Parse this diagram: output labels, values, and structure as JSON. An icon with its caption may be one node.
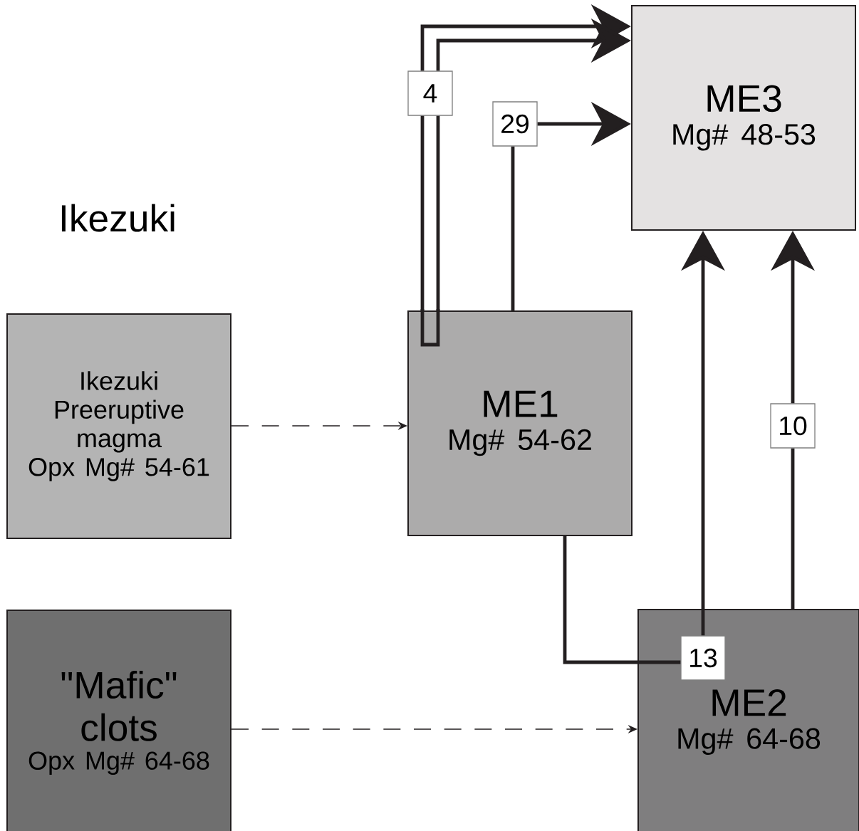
{
  "diagram": {
    "nodes": [
      {
        "text": [
          "ME3",
          "Mg# 48-53"
        ]
      },
      {
        "text": [
          "Ikezuki Preeruptive magma",
          "Opx Mg# 54-61"
        ]
      },
      {
        "text": [
          "ME1",
          "Mg# 54-62"
        ]
      },
      {
        "text": [
          "\"Mafic\" clots",
          "Opx Mg# 64-68"
        ]
      },
      {
        "text": [
          "ME2",
          "Mg# 64-68"
        ]
      },
      {
        "text": [
          "13"
        ],
        "in": 4
      },
      {
        "text": [
          "4"
        ]
      },
      {
        "text": [
          "29"
        ]
      },
      {
        "text": [
          "10"
        ]
      }
    ],
    "edges": [
      {
        "from": 2,
        "to": 6,
        "arrow": "none"
      },
      {
        "from": 2,
        "to": 6,
        "arrow": "none"
      },
      {
        "from": 6,
        "to": 0,
        "arrow": "to"
      },
      {
        "from": 6,
        "to": 0,
        "arrow": "to"
      },
      {
        "from": 2,
        "to": 7,
        "arrow": "none"
      },
      {
        "from": 7,
        "to": 0,
        "arrow": "to"
      },
      {
        "from": 2,
        "to": 5,
        "arrow": "none"
      },
      {
        "from": 5,
        "to": 0,
        "arrow": "to"
      },
      {
        "from": 4,
        "to": 8,
        "arrow": "none"
      },
      {
        "from": 8,
        "to": 0,
        "arrow": "to"
      },
      {
        "from": 1,
        "to": 2,
        "arrow": "to",
        "style": "dashed"
      },
      {
        "from": 3,
        "to": 4,
        "arrow": "to",
        "style": "dashed"
      }
    ],
    "labels": [
      "Ikezuki"
    ]
  }
}
